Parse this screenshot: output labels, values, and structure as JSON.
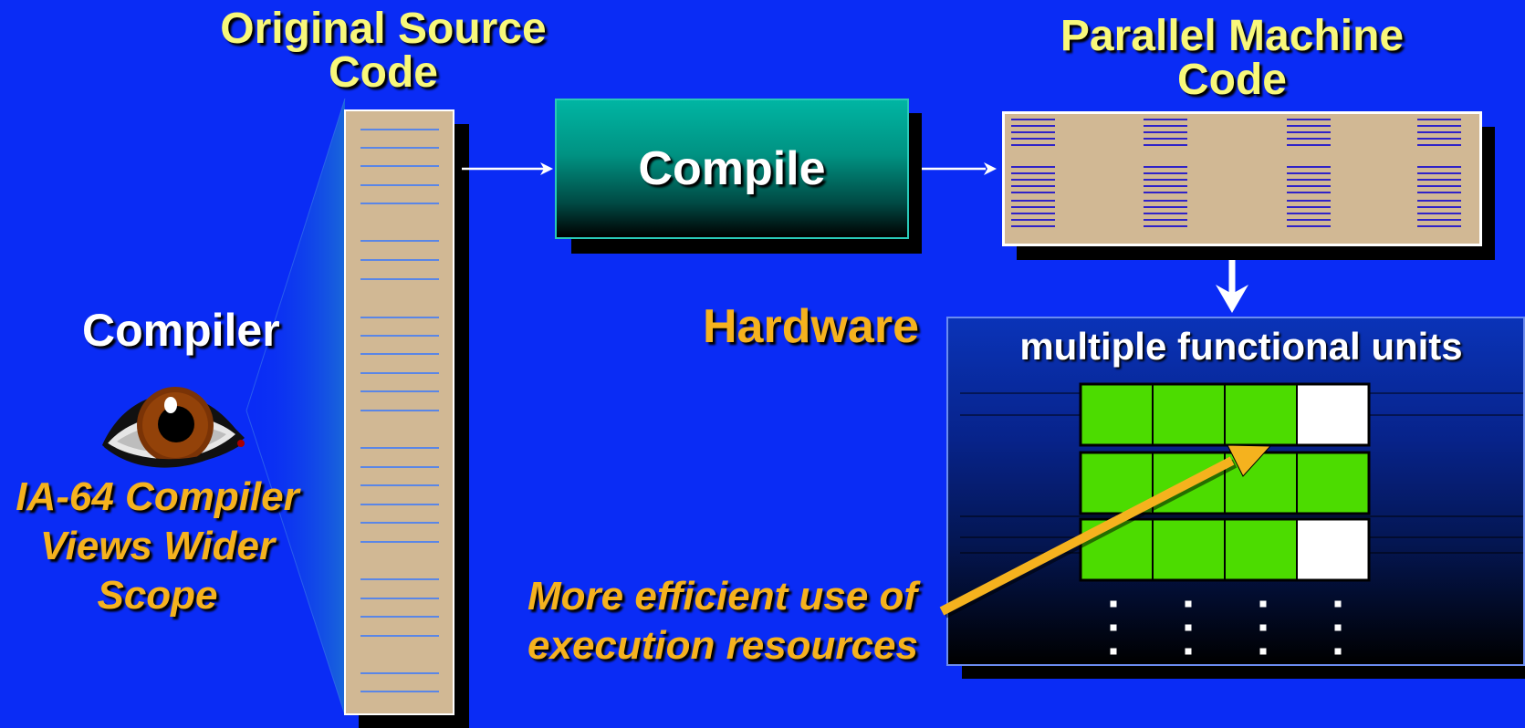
{
  "titles": {
    "original_source_line1": "Original Source",
    "original_source_line2": "Code",
    "parallel_code_line1": "Parallel Machine",
    "parallel_code_line2": "Code"
  },
  "compile_box": {
    "label": "Compile"
  },
  "hardware": {
    "label": "Hardware",
    "box_title": "multiple functional units",
    "unit_grid": [
      [
        "busy",
        "busy",
        "busy",
        "idle"
      ],
      [
        "busy",
        "busy",
        "busy",
        "busy"
      ],
      [
        "busy",
        "busy",
        "busy",
        "idle"
      ]
    ]
  },
  "compiler": {
    "label": "Compiler",
    "eye_icon": "eye-icon",
    "scope_line1": "IA-64 Compiler",
    "scope_line2": "Views Wider",
    "scope_line3": "Scope"
  },
  "efficiency": {
    "line1": "More efficient use of",
    "line2": "execution resources"
  },
  "colors": {
    "background": "#0a2cf5",
    "title_yellow": "#f8f87a",
    "accent_orange": "#f5b21e",
    "code_page": "#d1b894",
    "unit_busy": "#4cdc00",
    "unit_idle": "#ffffff",
    "compile_teal": "#00b5a3"
  }
}
